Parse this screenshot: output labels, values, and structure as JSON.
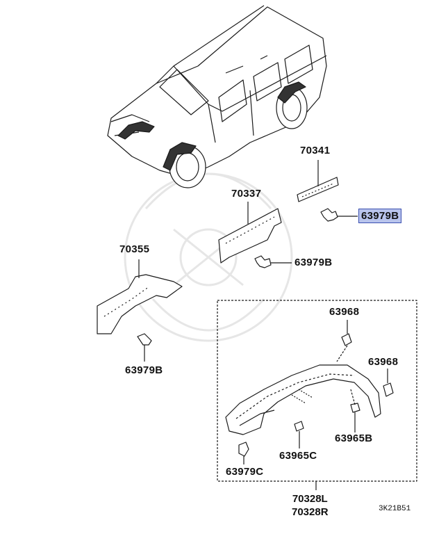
{
  "labels": {
    "p70341": "70341",
    "p70337": "70337",
    "p70355": "70355",
    "p63979b_highlight": "63979B",
    "p63979b_mid": "63979B",
    "p63979b_left": "63979B",
    "p63968_top": "63968",
    "p63968_right": "63968",
    "p63965b": "63965B",
    "p63965c": "63965C",
    "p63979c": "63979C",
    "p70328l": "70328L",
    "p70328r": "70328R"
  },
  "diagram_code": "3K21B51",
  "colors": {
    "line": "#1a1a1a",
    "highlight_fill": "#b9c4ec",
    "highlight_border": "#3a4fb0",
    "watermark": "#e9e9e9"
  }
}
